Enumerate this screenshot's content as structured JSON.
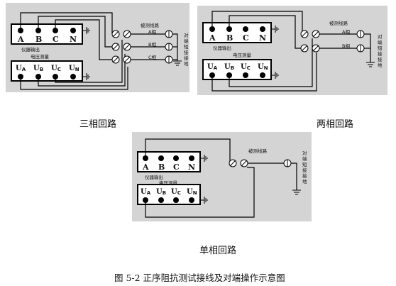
{
  "labels": {
    "instrument_output": "仪器输出",
    "voltage_measure": "电压测量",
    "line_under_test": "被测线路",
    "far_end_grounded": [
      "对",
      "端",
      "短",
      "接",
      "接",
      "地"
    ],
    "phase_a": "A相",
    "phase_b": "B相",
    "phase_c": "C相"
  },
  "output_terminals": [
    "A",
    "B",
    "C",
    "N"
  ],
  "voltage_terminals": [
    {
      "main": "U",
      "sub": "A"
    },
    {
      "main": "U",
      "sub": "B"
    },
    {
      "main": "U",
      "sub": "C"
    },
    {
      "main": "U",
      "sub": "N"
    }
  ],
  "captions": {
    "three_phase": "三相回路",
    "two_phase": "两相回路",
    "single_phase": "单相回路",
    "figure": "图 5-2  正序阻抗测试接线及对端操作示意图"
  }
}
